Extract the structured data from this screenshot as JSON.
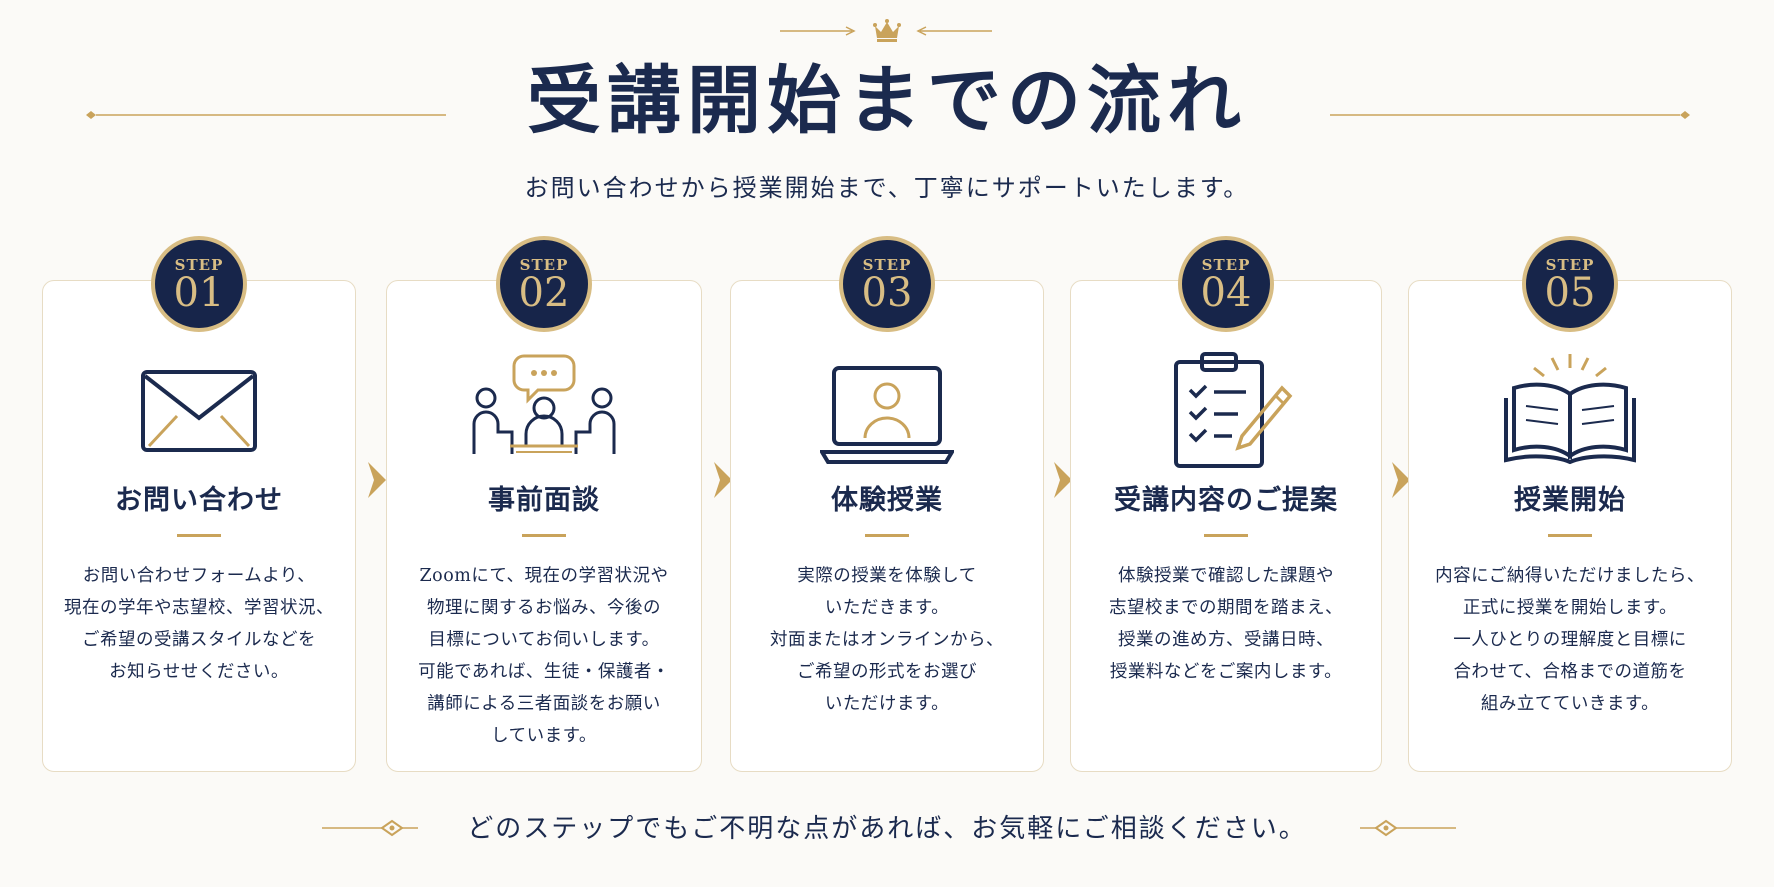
{
  "header": {
    "title": "受講開始までの流れ",
    "subtitle": "お問い合わせから授業開始まで、丁寧にサポートいたします。",
    "crown_icon": "crown-icon"
  },
  "steps": [
    {
      "step_label": "STEP",
      "number": "01",
      "icon": "envelope-icon",
      "title": "お問い合わせ",
      "description": "お問い合わせフォームより、\n現在の学年や志望校、学習状況、\nご希望の受講スタイルなどを\nお知らせせください。"
    },
    {
      "step_label": "STEP",
      "number": "02",
      "icon": "meeting-icon",
      "title": "事前面談",
      "description": "Zoomにて、現在の学習状況や\n物理に関するお悩み、今後の\n目標についてお伺いします。\n可能であれば、生徒・保護者・\n講師による三者面談をお願い\nしています。"
    },
    {
      "step_label": "STEP",
      "number": "03",
      "icon": "laptop-video-icon",
      "title": "体験授業",
      "description": "実際の授業を体験して\nいただきます。\n対面またはオンラインから、\nご希望の形式をお選び\nいただけます。"
    },
    {
      "step_label": "STEP",
      "number": "04",
      "icon": "clipboard-checklist-icon",
      "title": "受講内容のご提案",
      "description": "体験授業で確認した課題や\n志望校までの期間を踏まえ、\n授業の進め方、受講日時、\n授業料などをご案内します。"
    },
    {
      "step_label": "STEP",
      "number": "05",
      "icon": "open-book-icon",
      "title": "授業開始",
      "description": "内容にご納得いただけましたら、\n正式に授業を開始します。\n一人ひとりの理解度と目標に\n合わせて、合格までの道筋を\n組み立てていきます。"
    }
  ],
  "footer": {
    "text": "どのステップでもご不明な点があれば、お気軽にご相談ください。"
  },
  "colors": {
    "navy": "#1b2a4e",
    "gold": "#c9a35b",
    "background": "#fbfaf7"
  }
}
